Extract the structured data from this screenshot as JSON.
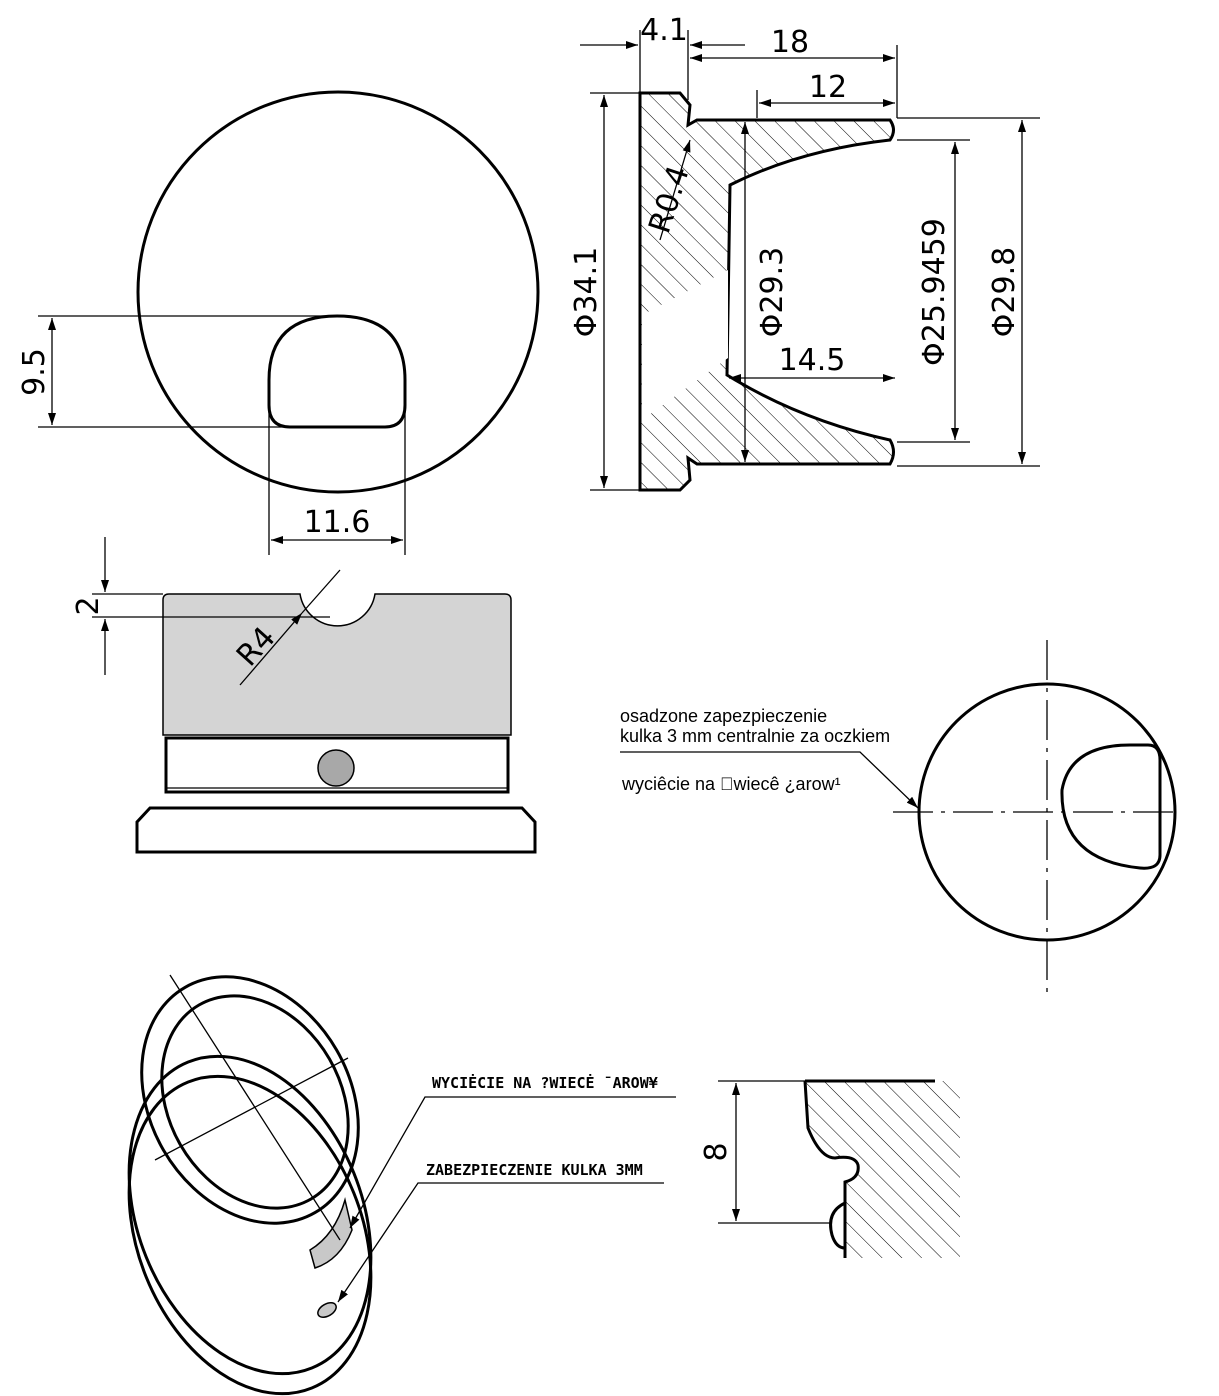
{
  "top_view": {
    "dim_height": "9.5",
    "dim_width": "11.6"
  },
  "section": {
    "dim_4_1": "4.1",
    "dim_18": "18",
    "dim_12": "12",
    "dim_r04": "R0.4",
    "dim_d34_1": "Φ34.1",
    "dim_d29_3": "Φ29.3",
    "dim_14_5": "14.5",
    "dim_d25_9459": "Φ25.9459",
    "dim_d29_8": "Φ29.8"
  },
  "side_view": {
    "dim_2": "2",
    "dim_r4": "R4",
    "colors": {
      "body": "#d4d4d4",
      "ball": "#a8a8a8"
    }
  },
  "end_view": {
    "note_line1": "osadzone zapezpieczenie",
    "note_line2": "kulka  3 mm centralnie za oczkiem",
    "note_cut": "wyciêcie na \u0000wiecê ¿arow¹"
  },
  "iso_view": {
    "label_cut": "WYCIĖCIE NA ?WIECĖ ¯AROW¥",
    "label_ball": "ZABEZPIECZENIE KULKA  3MM"
  },
  "detail": {
    "dim_8": "8"
  }
}
